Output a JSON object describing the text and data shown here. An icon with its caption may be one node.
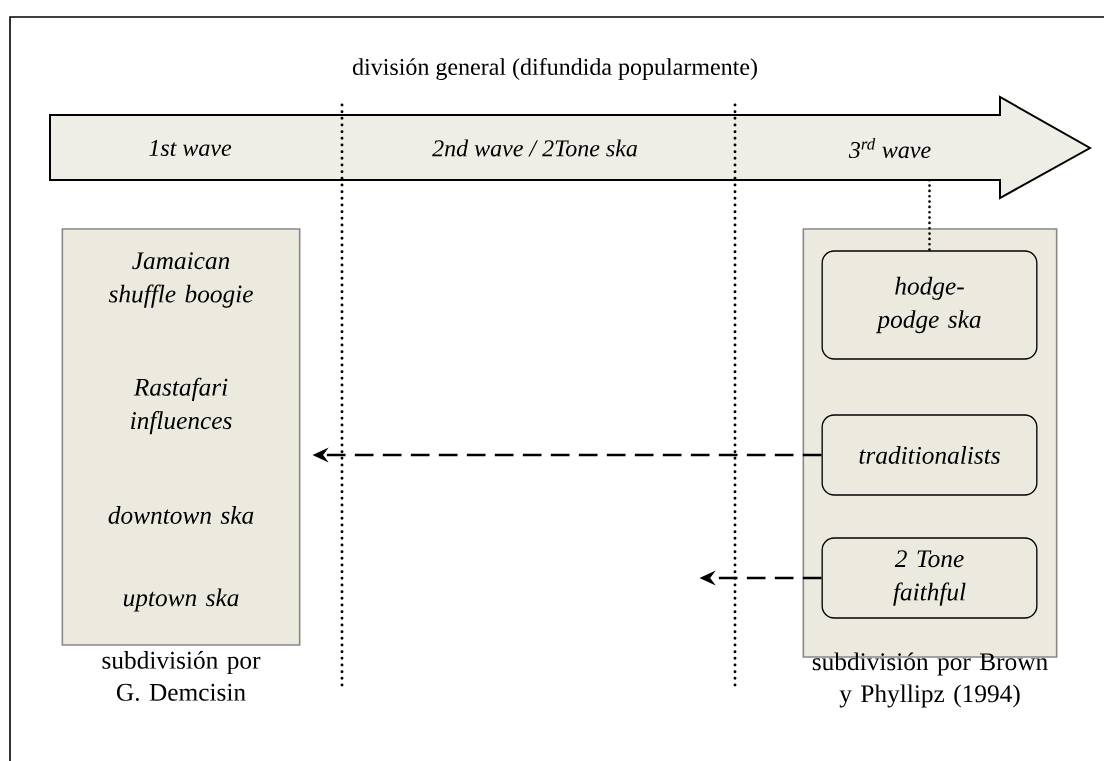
{
  "diagram": {
    "title": "división general (difundida popularmente)",
    "nodes": [
      {
        "text": [
          "1st wave",
          "2nd wave / 2Tone ska",
          "3$^{rd}$ wave"
        ]
      },
      {
        "text": [
          "Jamaican shuffle boogie",
          "Rastafari influences",
          "downtown ska",
          "uptown ska"
        ],
        "beside": [
          "subdivisión por G. Demcisin"
        ]
      },
      {
        "text": [],
        "shape": "box",
        "beside": [
          "subdivisión por Brown y Phyllipz (1994)"
        ]
      },
      {
        "text": [
          "hodge-podge ska"
        ],
        "in": 2
      },
      {
        "text": [
          "traditionalists"
        ],
        "in": 2
      },
      {
        "text": [
          "2 Tone faithful"
        ],
        "in": 2
      }
    ],
    "edges": [
      {
        "from": 0,
        "to": 3,
        "arrow": "none"
      },
      {
        "from": 4,
        "to": 1,
        "arrow": "to",
        "style": "dashed"
      },
      {
        "from": 5,
        "to": null,
        "arrow": "to",
        "style": "dashed"
      }
    ]
  }
}
